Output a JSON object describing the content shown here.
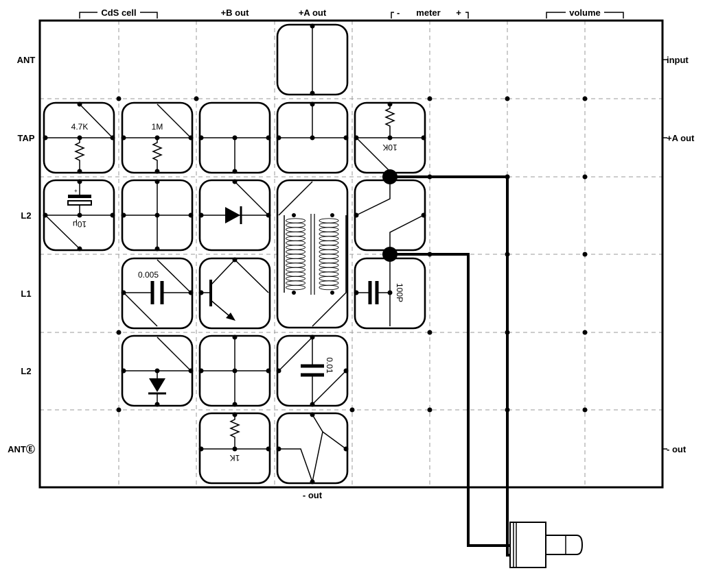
{
  "top_labels": {
    "cds_cell": "CdS cell",
    "b_out": "+B out",
    "a_out": "+A out",
    "meter_minus": "-",
    "meter": "meter",
    "meter_plus": "+",
    "volume": "volume"
  },
  "row_labels": [
    "ANT",
    "TAP",
    "L2",
    "L1",
    "L2",
    "ANTⒺ"
  ],
  "right_labels": {
    "input": "input",
    "a_out": "+A out",
    "minus_out": "- out"
  },
  "bottom_label": "- out",
  "components": {
    "res_4k7": "4.7K",
    "res_1m": "1M",
    "res_10k": "10K",
    "cap_10u": "10μ",
    "cap_005": "0.005",
    "cap_100p": "100P",
    "cap_001": "0.01",
    "res_1k": "1K",
    "polarity": "+"
  }
}
